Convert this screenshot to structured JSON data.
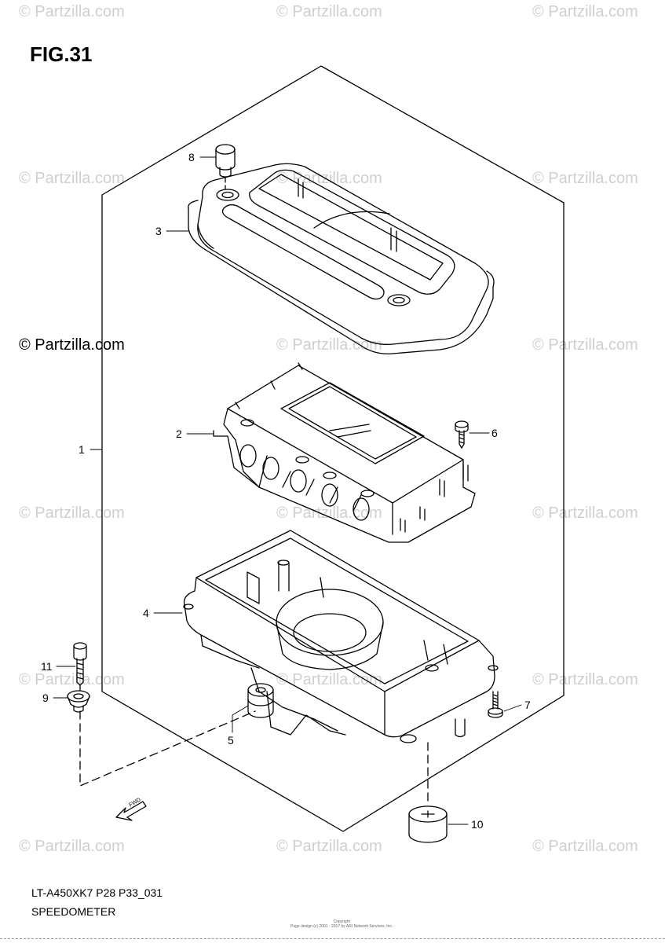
{
  "figure": {
    "title": "FIG.31",
    "code": "LT-A450XK7 P28 P33_031",
    "name": "SPEEDOMETER"
  },
  "watermark": {
    "text": "© Partzilla.com",
    "main_text": "© Partzilla.com"
  },
  "callouts": [
    {
      "id": "1",
      "label": "1"
    },
    {
      "id": "2",
      "label": "2"
    },
    {
      "id": "3",
      "label": "3"
    },
    {
      "id": "4",
      "label": "4"
    },
    {
      "id": "5",
      "label": "5"
    },
    {
      "id": "6",
      "label": "6"
    },
    {
      "id": "7",
      "label": "7"
    },
    {
      "id": "8",
      "label": "8"
    },
    {
      "id": "9",
      "label": "9"
    },
    {
      "id": "10",
      "label": "10"
    },
    {
      "id": "11",
      "label": "11"
    }
  ],
  "direction_marker": "FWD",
  "copyright_text": "Copyright\nPage design (c) 2001 - 2017 by ARI Network Services, Inc."
}
